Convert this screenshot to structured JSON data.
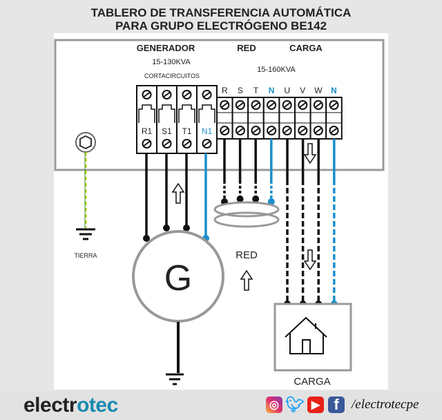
{
  "title": {
    "line1": "TABLERO DE TRANSFERENCIA AUTOMÁTICA",
    "line2": "PARA GRUPO ELECTRÓGENO BE142"
  },
  "labels": {
    "generador": "GENERADOR",
    "gen_range": "15-130KVA",
    "cortacircuitos": "CORTACIRCUITOS",
    "red": "RED",
    "carga": "CARGA",
    "red_range": "15-160KVA",
    "tierra": "TIERRA",
    "generator_symbol": "G",
    "red_bottom": "RED",
    "carga_bottom": "CARGA"
  },
  "breaker_labels": [
    "R1",
    "S1",
    "T1",
    "N1"
  ],
  "terminal_labels": [
    "R",
    "S",
    "T",
    "N",
    "U",
    "V",
    "W",
    "N"
  ],
  "colors": {
    "neutral": "#1a8fc9",
    "ground": "#c8c800",
    "wire": "#111111"
  },
  "footer": {
    "brand_a": "electr",
    "brand_b": "o",
    "brand_c": "tec",
    "handle": "/electrotecpe",
    "icons": [
      "instagram-icon",
      "twitter-icon",
      "youtube-icon",
      "facebook-icon"
    ]
  }
}
